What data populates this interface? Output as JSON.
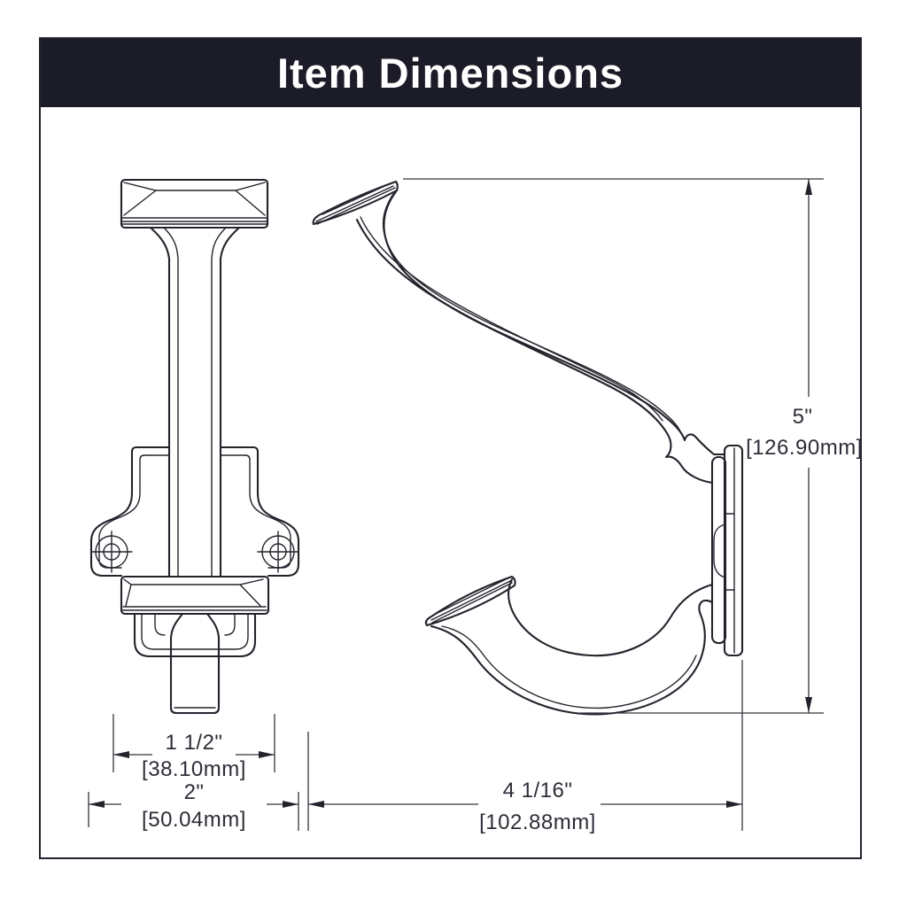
{
  "title": "Item Dimensions",
  "front_view": {
    "width_small_in": "1 1/2\"",
    "width_small_mm": "[38.10mm]",
    "width_large_in": "2\"",
    "width_large_mm": "[50.04mm]"
  },
  "side_view": {
    "depth_in": "4 1/16\"",
    "depth_mm": "[102.88mm]",
    "height_in": "5\"",
    "height_mm": "[126.90mm]"
  },
  "colors": {
    "header_bg": "#1c1c29",
    "frame_border": "#23232e",
    "line": "#23232c",
    "dim_line": "#34343e",
    "text": "#2d2d37",
    "background": "#ffffff",
    "title_text": "#ffffff"
  }
}
